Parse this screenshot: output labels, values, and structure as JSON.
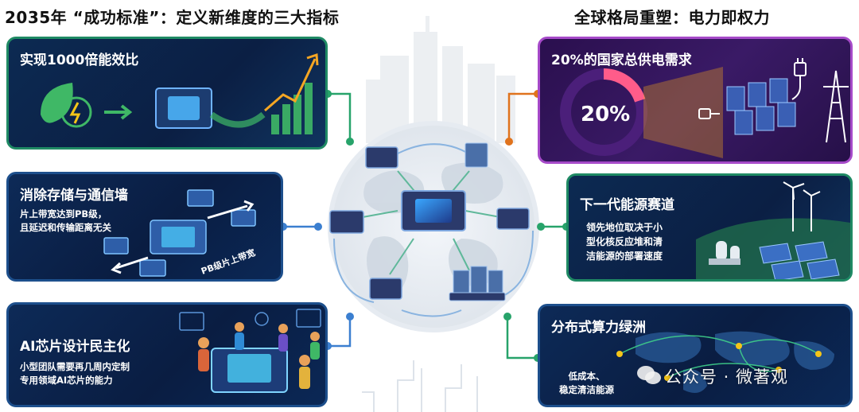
{
  "headings": {
    "left": "2035年 “成功标准”：定义新维度的三大指标",
    "right": "全球格局重塑：电力即权力"
  },
  "cards": {
    "efficiency": {
      "title": "实现1000倍能效比"
    },
    "memory_wall": {
      "title": "消除存储与通信墙",
      "desc": "片上带宽达到PB级，\n且延迟和传输距离无关",
      "tag": "PB级片上带宽"
    },
    "ai_chip": {
      "title": "AI芯片设计民主化",
      "desc": "小型团队需要再几周内定制\n专用领域AI芯片的能力"
    },
    "power_demand": {
      "title": "20%的国家总供电需求",
      "value_label": "20%",
      "share": 0.2
    },
    "next_energy": {
      "title": "下一代能源赛道",
      "desc": "领先地位取决于小\n型化核反应堆和清\n洁能源的部署速度"
    },
    "distributed": {
      "title": "分布式算力绿洲",
      "desc": "低成本、\n稳定清洁能源"
    }
  },
  "watermark": {
    "text": "公众号 · 微著观",
    "icon": "wechat-icon"
  },
  "colors": {
    "navy": "#0b1f44",
    "blue_border": "#1d4f8c",
    "green_border": "#1f8a64",
    "purple_border": "#a64ac9",
    "connector_green": "#27a36a",
    "connector_blue": "#3b7fd0",
    "connector_orange": "#e0731d"
  }
}
